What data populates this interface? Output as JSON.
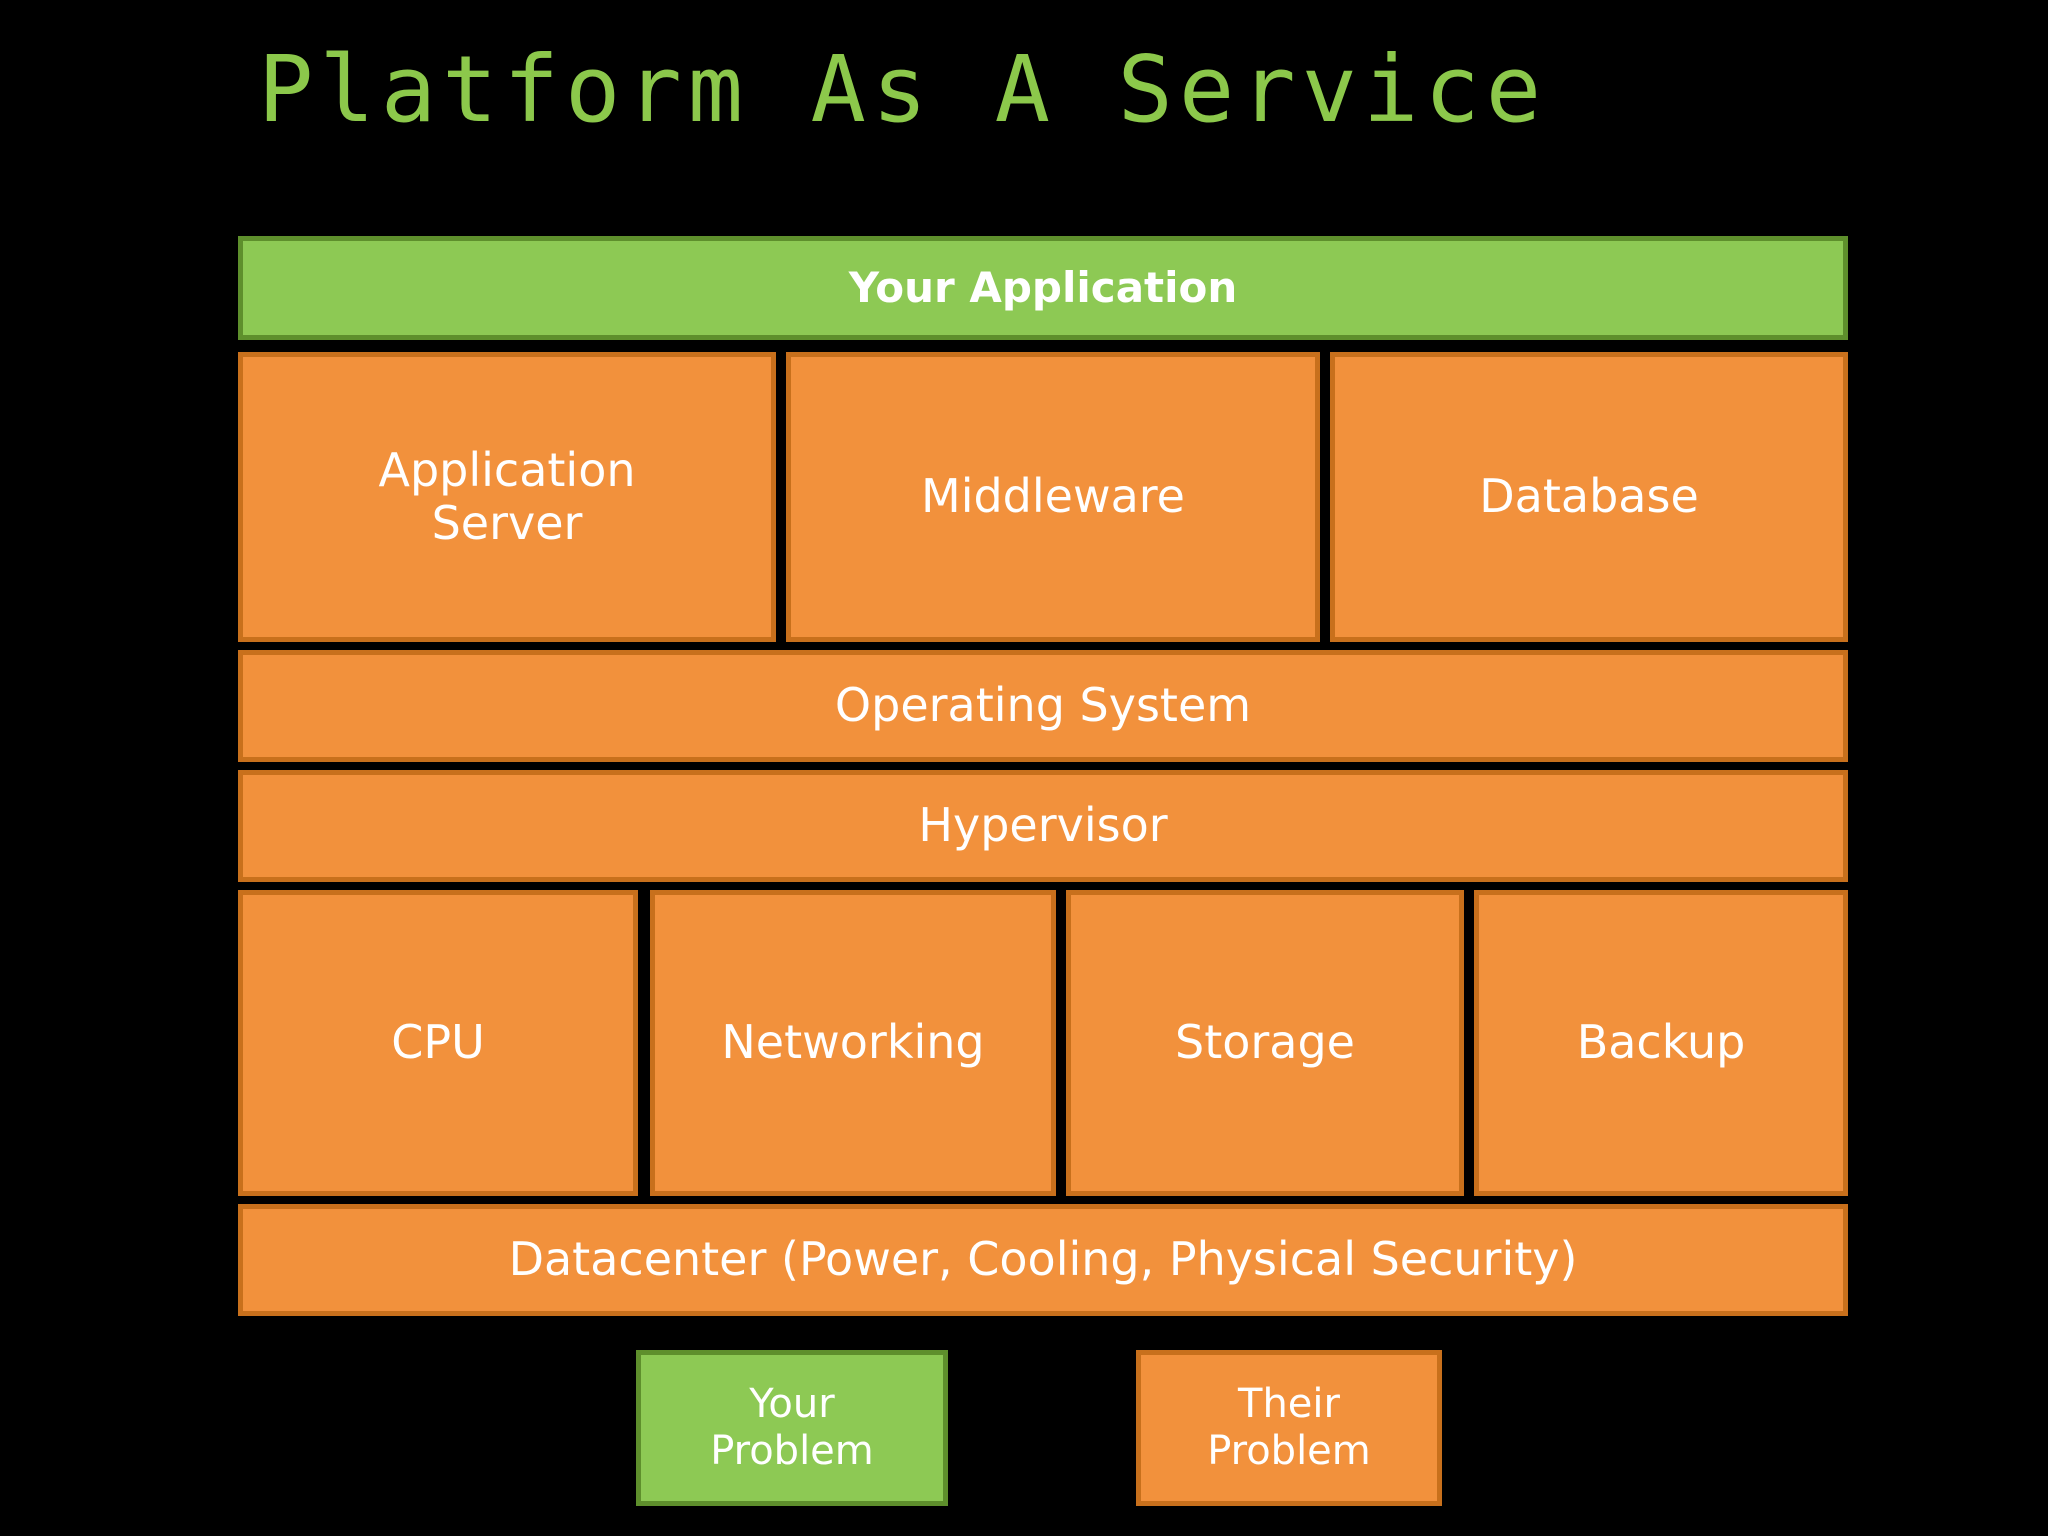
{
  "slide": {
    "title": "Platform As A Service",
    "background_color": "#000000",
    "title_color": "#8CC84B"
  },
  "palette": {
    "green_fill": "#8DC954",
    "green_border": "#5E8F2C",
    "orange_fill": "#F2913C",
    "orange_border": "#C8701C",
    "text_color": "#FFFFFF"
  },
  "stack": {
    "application_row": {
      "label": "Your Application",
      "color": "green"
    },
    "platform_row": [
      {
        "label": "Application\nServer",
        "label_line1": "Application",
        "label_line2": "Server",
        "color": "orange"
      },
      {
        "label": "Middleware",
        "color": "orange"
      },
      {
        "label": "Database",
        "color": "orange"
      }
    ],
    "operating_system_row": {
      "label": "Operating System",
      "color": "orange"
    },
    "hypervisor_row": {
      "label": "Hypervisor",
      "color": "orange"
    },
    "infrastructure_row": [
      {
        "label": "CPU",
        "color": "orange"
      },
      {
        "label": "Networking",
        "color": "orange"
      },
      {
        "label": "Storage",
        "color": "orange"
      },
      {
        "label": "Backup",
        "color": "orange"
      }
    ],
    "datacenter_row": {
      "label": "Datacenter (Power, Cooling, Physical Security)",
      "color": "orange"
    }
  },
  "legend": [
    {
      "line1": "Your",
      "line2": "Problem",
      "color": "green"
    },
    {
      "line1": "Their",
      "line2": "Problem",
      "color": "orange"
    }
  ]
}
